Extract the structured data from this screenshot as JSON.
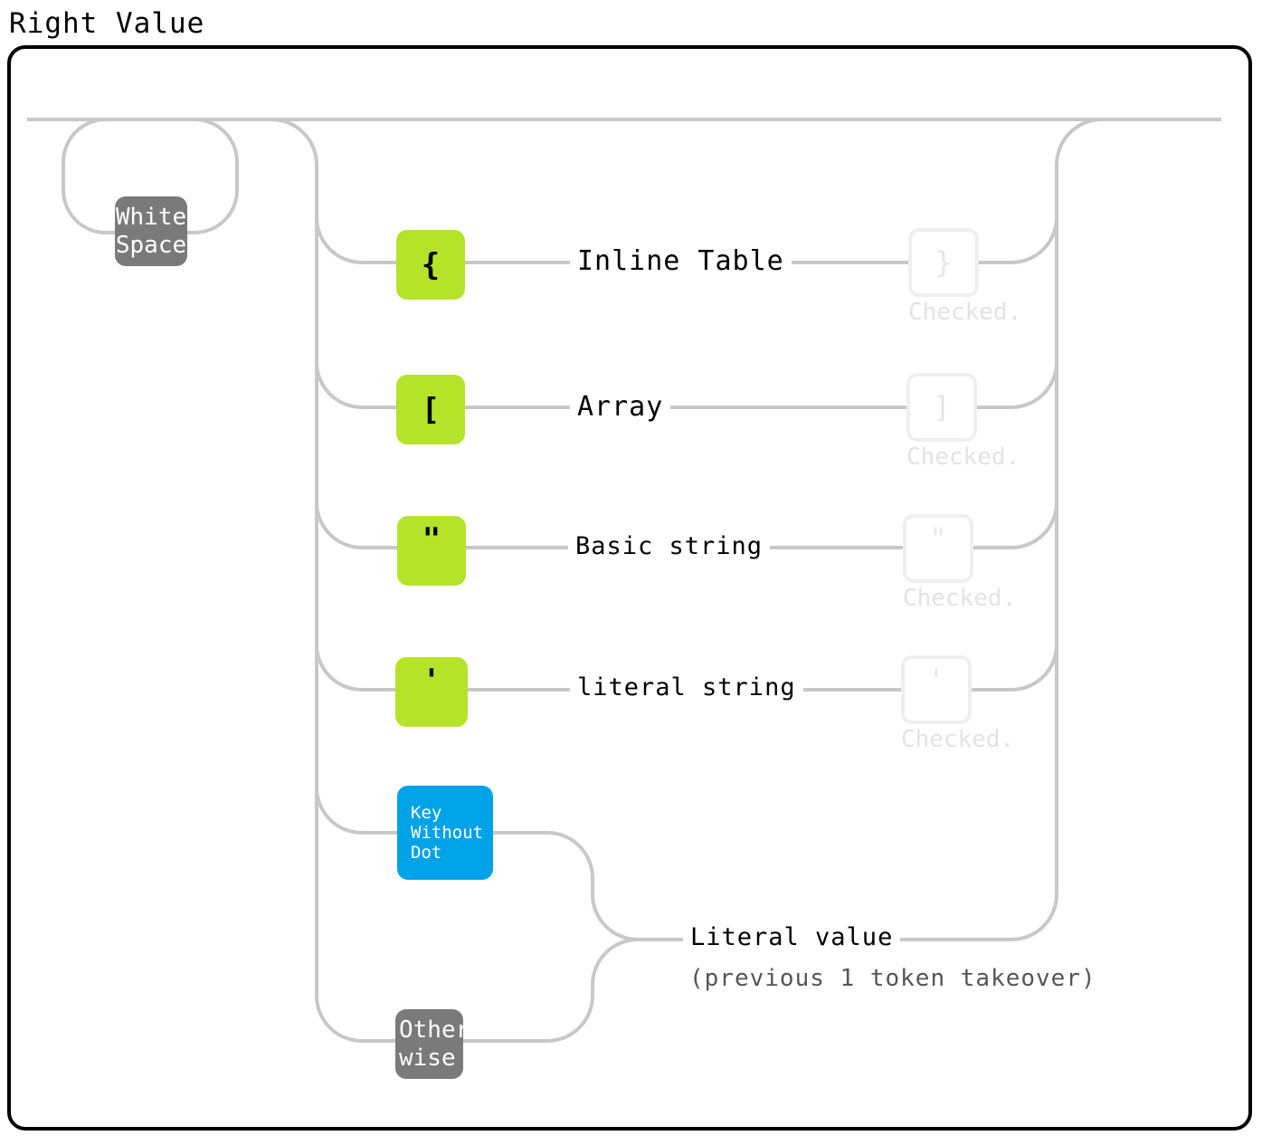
{
  "title": "Right Value",
  "white_space": "White\nSpace",
  "branches": [
    {
      "open": "{",
      "label": "Inline Table",
      "close": "}",
      "checked": "Checked."
    },
    {
      "open": "[",
      "label": "Array",
      "close": "]",
      "checked": "Checked."
    },
    {
      "open": "\"",
      "label": "Basic string",
      "close": "\"",
      "checked": "Checked."
    },
    {
      "open": "'",
      "label": "literal string",
      "close": "'",
      "checked": "Checked."
    }
  ],
  "key_without_dot": "Key\nWithout\nDot",
  "otherwise": "Other\nwise",
  "literal_value": "Literal value",
  "literal_value_note": "(previous 1 token takeover)",
  "colors": {
    "rail": "#c8c8c8",
    "bracket_token": "#b5e32a",
    "key_token": "#00a2e8",
    "other_token": "#7a7a7a"
  }
}
